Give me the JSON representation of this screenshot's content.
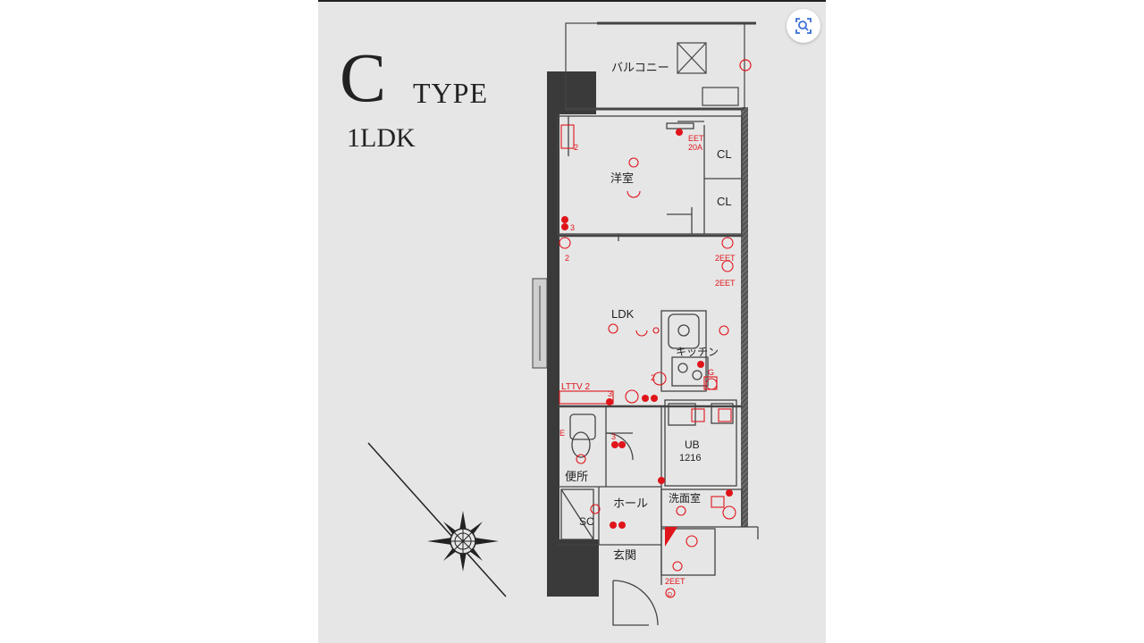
{
  "title": {
    "letter": "C",
    "type_word": "TYPE",
    "layout": "1LDK"
  },
  "rooms": {
    "balcony": "バルコニー",
    "western_room": "洋室",
    "closet_1": "CL",
    "closet_2": "CL",
    "ldk": "LDK",
    "kitchen": "キッチン",
    "unit_bath": "UB",
    "unit_bath_size": "1216",
    "toilet": "便所",
    "hall": "ホール",
    "shoe_closet": "SC",
    "washroom": "洗面室",
    "entrance": "玄関"
  },
  "outlet_labels": {
    "room_left_top": "2",
    "room_left_mid": "3",
    "ldk_left": "2",
    "ldk_right_1": "2EET",
    "ldk_right_2": "2EET",
    "tv_row": "LTTV 2",
    "tv_row_3": "3",
    "aircon": "EET",
    "aircon_amp": "20A",
    "kitchen_2": "2",
    "kitchen_g": "G",
    "toilet_3": "3",
    "toilet_e": "E",
    "washroom_eet": "2EET",
    "entrance_d": "D"
  },
  "colors": {
    "wall": "#3a3a3a",
    "line": "#444444",
    "electrical": "#e0141b",
    "panel": "#e6e6e6"
  },
  "icons": [
    "compass-rose-icon",
    "lens-search-icon"
  ]
}
